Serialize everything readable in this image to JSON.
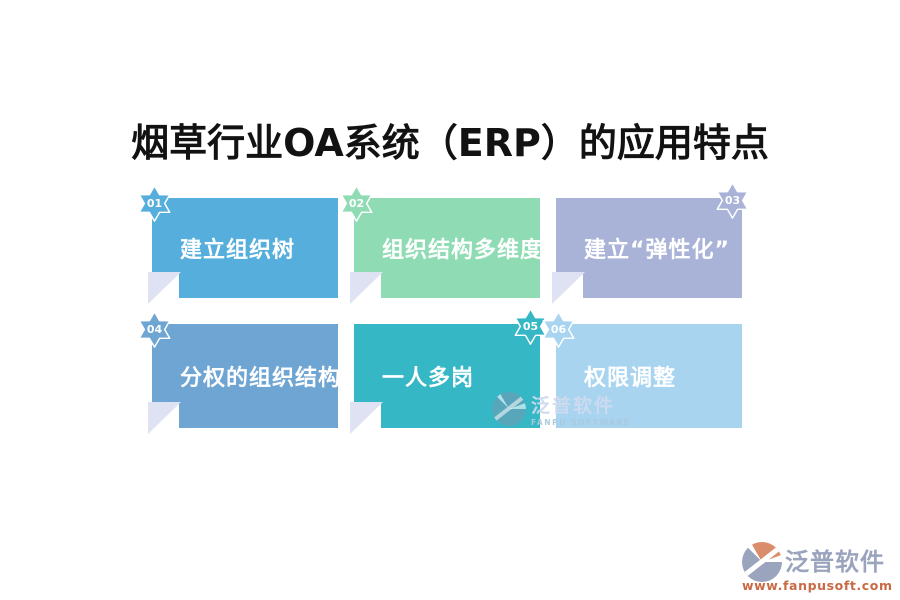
{
  "title": "烟草行业OA系统（ERP）的应用特点",
  "cards": [
    {
      "number": "01",
      "label": "建立组织树",
      "color": "#56aedd",
      "badge": "left",
      "folded": true
    },
    {
      "number": "02",
      "label": "组织结构多维度",
      "color": "#8fdcb4",
      "badge": "left",
      "folded": true
    },
    {
      "number": "03",
      "label": "建立“弹性化”",
      "color": "#a9b3d8",
      "badge": "right",
      "folded": true
    },
    {
      "number": "04",
      "label": "分权的组织结构",
      "color": "#6fa5d2",
      "badge": "left",
      "folded": true
    },
    {
      "number": "05",
      "label": "一人多岗",
      "color": "#36b7c6",
      "badge": "right",
      "folded": true
    },
    {
      "number": "06",
      "label": "权限调整",
      "color": "#a8d4f0",
      "badge": "left",
      "folded": false
    }
  ],
  "watermark": {
    "brand": "泛普软件",
    "subtitle": "FANPU SOFTWARE"
  },
  "footer": {
    "brand": "泛普软件",
    "url": "www.fanpusoft.com"
  },
  "colors": {
    "title_text": "#121212",
    "card_text": "#ffffff",
    "fold": "#dfe2f2",
    "footer_brand": "#9aa4bc",
    "footer_url": "#c96a45",
    "logo_orange": "#d98d6a",
    "logo_gray": "#9aa5bd"
  }
}
